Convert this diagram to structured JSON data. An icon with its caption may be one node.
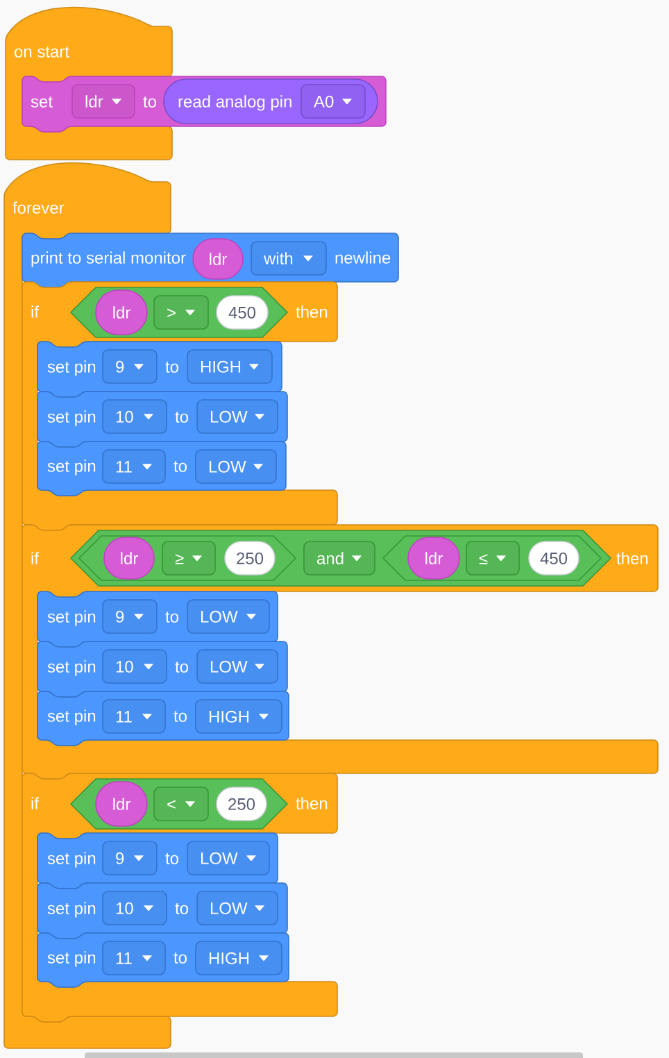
{
  "diagram": {
    "nodes": [
      {
        "text": [
          "on start"
        ]
      },
      {
        "text": [
          "set",
          "to"
        ]
      },
      {
        "text": [
          "ldr"
        ],
        "in": 1
      },
      {
        "text": [
          "read analog pin"
        ],
        "in": 1
      },
      {
        "text": [
          "A0"
        ],
        "in": 3
      },
      {
        "text": [
          "forever"
        ]
      },
      {
        "text": [
          "print to serial monitor",
          "newline"
        ]
      },
      {
        "text": [
          "ldr"
        ],
        "in": 6
      },
      {
        "text": [
          "with"
        ],
        "in": 6
      },
      {
        "text": [
          "if",
          "then"
        ]
      },
      {
        "text": [],
        "shape": "hexagon",
        "in": 9
      },
      {
        "text": [
          "ldr"
        ],
        "in": 10
      },
      {
        "text": [
          ">"
        ],
        "in": 10
      },
      {
        "text": [
          "450"
        ],
        "in": 10
      },
      {
        "text": [
          "set pin",
          "to"
        ],
        "in": 9
      },
      {
        "text": [
          "9"
        ],
        "in": 14
      },
      {
        "text": [
          "HIGH"
        ],
        "in": 14
      },
      {
        "text": [
          "set pin",
          "to"
        ],
        "in": 9
      },
      {
        "text": [
          "10"
        ],
        "in": 17
      },
      {
        "text": [
          "LOW"
        ],
        "in": 17
      },
      {
        "text": [
          "set pin",
          "to"
        ],
        "in": 9
      },
      {
        "text": [
          "11"
        ],
        "in": 20
      },
      {
        "text": [
          "LOW"
        ],
        "in": 20
      },
      {
        "text": [
          "if",
          "then"
        ]
      },
      {
        "text": [],
        "shape": "hexagon",
        "in": 23
      },
      {
        "text": [],
        "shape": "hexagon",
        "in": 24
      },
      {
        "text": [
          "ldr"
        ],
        "in": 25
      },
      {
        "text": [
          "≥"
        ],
        "in": 25
      },
      {
        "text": [
          "250"
        ],
        "in": 25
      },
      {
        "text": [
          "and"
        ],
        "in": 24
      },
      {
        "text": [],
        "shape": "hexagon",
        "in": 24
      },
      {
        "text": [
          "ldr"
        ],
        "in": 30
      },
      {
        "text": [
          "≤"
        ],
        "in": 30
      },
      {
        "text": [
          "450"
        ],
        "in": 30
      },
      {
        "text": [
          "set pin",
          "to"
        ],
        "in": 23
      },
      {
        "text": [
          "9"
        ],
        "in": 34
      },
      {
        "text": [
          "LOW"
        ],
        "in": 34
      },
      {
        "text": [
          "set pin",
          "to"
        ],
        "in": 23
      },
      {
        "text": [
          "10"
        ],
        "in": 37
      },
      {
        "text": [
          "LOW"
        ],
        "in": 37
      },
      {
        "text": [
          "set pin",
          "to"
        ],
        "in": 23
      },
      {
        "text": [
          "11"
        ],
        "in": 40
      },
      {
        "text": [
          "HIGH"
        ],
        "in": 40
      },
      {
        "text": [
          "if",
          "then"
        ]
      },
      {
        "text": [],
        "shape": "hexagon",
        "in": 43
      },
      {
        "text": [
          "ldr"
        ],
        "in": 44
      },
      {
        "text": [
          "<"
        ],
        "in": 44
      },
      {
        "text": [
          "250"
        ],
        "in": 44
      },
      {
        "text": [
          "set pin",
          "to"
        ],
        "in": 43
      },
      {
        "text": [
          "9"
        ],
        "in": 48
      },
      {
        "text": [
          "LOW"
        ],
        "in": 48
      },
      {
        "text": [
          "set pin",
          "to"
        ],
        "in": 43
      },
      {
        "text": [
          "10"
        ],
        "in": 51
      },
      {
        "text": [
          "LOW"
        ],
        "in": 51
      },
      {
        "text": [
          "set pin",
          "to"
        ],
        "in": 43
      },
      {
        "text": [
          "11"
        ],
        "in": 54
      },
      {
        "text": [
          "HIGH"
        ],
        "in": 54
      }
    ]
  }
}
